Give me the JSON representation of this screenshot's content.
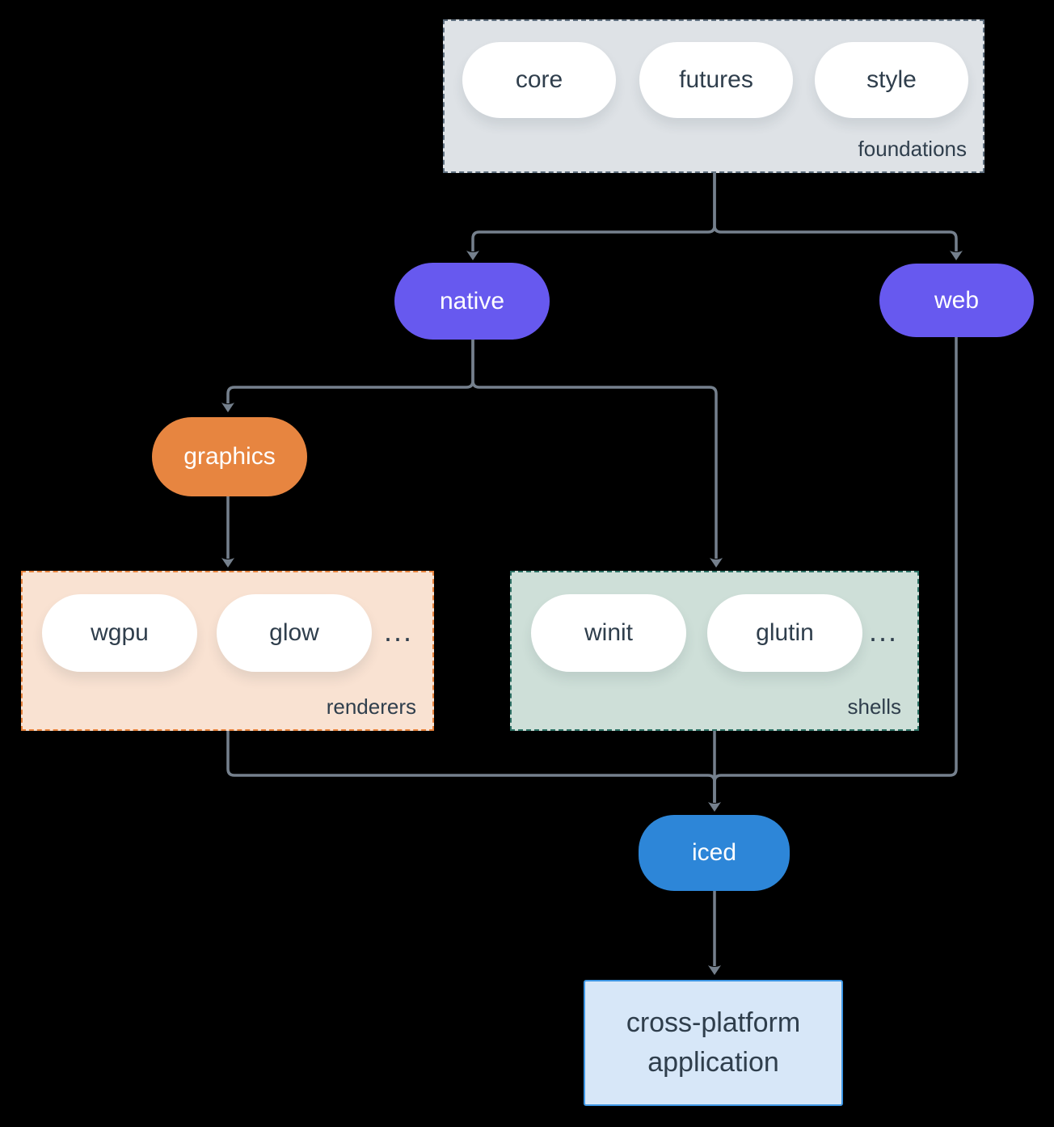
{
  "colors": {
    "background": "#000000",
    "arrow": "#75808d",
    "foundations_fill": "#dee2e6",
    "foundations_border": "#5e6e7e",
    "renderers_fill": "#f9e2d2",
    "renderers_border": "#e7823c",
    "shells_fill": "#cedfd8",
    "shells_border": "#2e7266",
    "purple": "#6759ef",
    "orange": "#e78540",
    "blue": "#2d86d8",
    "app_fill": "#d7e7f8",
    "app_border": "#3e96e4",
    "text_dark": "#2f3e4c"
  },
  "groups": {
    "foundations": {
      "label": "foundations",
      "items": [
        "core",
        "futures",
        "style"
      ]
    },
    "renderers": {
      "label": "renderers",
      "items": [
        "wgpu",
        "glow"
      ],
      "ellipsis": "..."
    },
    "shells": {
      "label": "shells",
      "items": [
        "winit",
        "glutin"
      ],
      "ellipsis": "..."
    }
  },
  "nodes": {
    "native": "native",
    "web": "web",
    "graphics": "graphics",
    "iced": "iced",
    "application": {
      "line1": "cross-platform",
      "line2": "application"
    }
  }
}
